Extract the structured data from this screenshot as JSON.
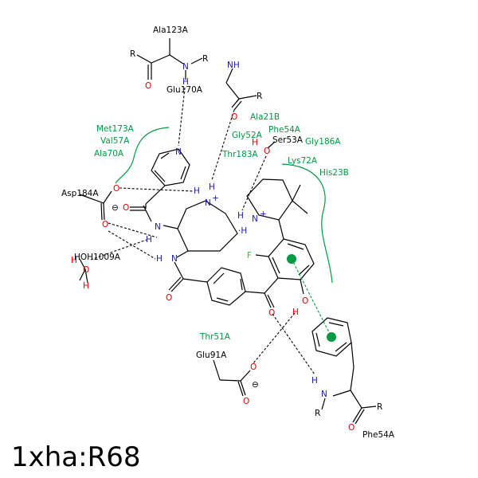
{
  "title": "1xha:R68",
  "residues_black": [
    "Ala123A",
    "Glu170A",
    "Asp184A",
    "HOH1009A",
    "Ser53A",
    "Glu91A",
    "Phe54A"
  ],
  "residues_green": [
    "Met173A",
    "Val57A",
    "Ala70A",
    "Ala21B",
    "Phe54A",
    "Gly52A",
    "Gly186A",
    "Thr183A",
    "Lys72A",
    "His23B",
    "Thr51A"
  ],
  "atoms": {
    "R": "R",
    "N": "N",
    "H": "H",
    "NH": "NH",
    "O": "O",
    "F": "F",
    "N_plus": "N",
    "plus": "+",
    "minus": "⊖",
    "H_dot": "·H"
  },
  "colors": {
    "nitrogen": "#1a1aa6",
    "oxygen": "#e00000",
    "fluorine": "#33cc33",
    "hydrophobic": "#009944"
  }
}
